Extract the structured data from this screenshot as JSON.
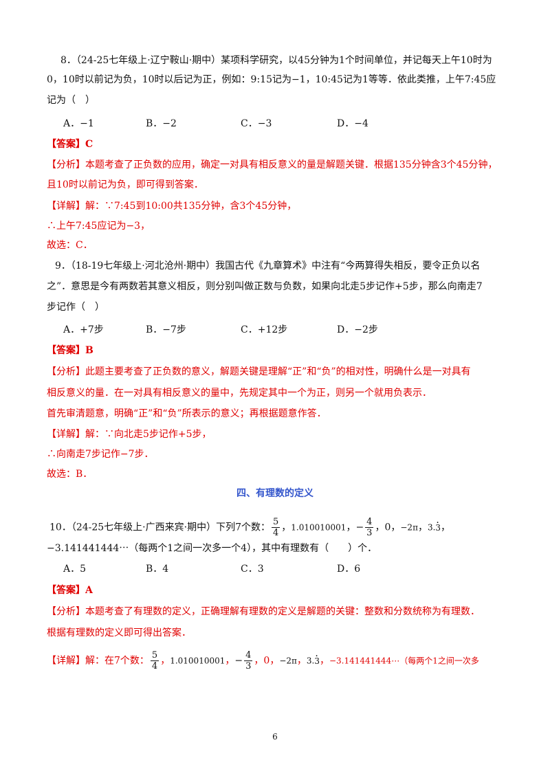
{
  "q8": {
    "line1": "8．（24-25七年级上·辽宁鞍山·期中）某项科学研究，以45分钟为1个时间单位，并记每天上午10时为",
    "line2": "0，10时以前记为负，10时以后记为正，例如：9:15记为−1，10:45记为1等等．依此类推，上午7:45应",
    "line3": "记为（　）",
    "options": [
      "A．−1",
      "B．−2",
      "C．−3",
      "D．−4"
    ],
    "answer": "【答案】C",
    "analysis1": "【分析】本题考查了正负数的应用，确定一对具有相反意义的量是解题关键．根据135分钟含3个45分钟，",
    "analysis2": "且10时以前记为负，即可得到答案．",
    "detail1": "【详解】解：∵7:45到10:00共135分钟，含3个45分钟，",
    "detail2": "∴上午7:45应记为−3，",
    "choice": "故选：C．"
  },
  "q9": {
    "line1": "9．（18-19七年级上·河北沧州·期中）我国古代《九章算术》中注有“今两算得失相反，要令正负以名",
    "line2": "之”．意思是今有两数若其意义相反，则分别叫做正数与负数，如果向北走5步记作+5步，那么向南走7",
    "line3": "步记作（　）",
    "options": [
      "A．+7步",
      "B．−7步",
      "C．+12步",
      "D．−2步"
    ],
    "answer": "【答案】B",
    "analysis1": "【分析】此题主要考查了正负数的意义，解题关键是理解“正”和“负”的相对性，明确什么是一对具有",
    "analysis2": "相反意义的量．在一对具有相反意义的量中，先规定其中一个为正，则另一个就用负表示．",
    "analysis3": "首先审清题意，明确“正”和“负”所表示的意义；再根据题意作答．",
    "detail1": "【详解】解：∵向北走5步记作+5步，",
    "detail2": "∴向南走7步记作−7步．",
    "choice": "故选：B．"
  },
  "section": "四、有理数的定义",
  "q10": {
    "line1_prefix": "10．（24-25七年级上·广西来宾·期中）下列7个数：",
    "frac1_num": "5",
    "frac1_den": "4",
    "n2": "1.010010001",
    "frac2_sign": "−",
    "frac2_num": "4",
    "frac2_den": "3",
    "n4": "0",
    "n5": "−2π",
    "n6_a": "3.",
    "n6_b": "3",
    "line2": "−3.141441444⋯（每两个1之间一次多一个4），其中有理数有（　　）个．",
    "options": [
      "A．5",
      "B．4",
      "C．3",
      "D．6"
    ],
    "answer": "【答案】A",
    "analysis1": "【分析】本题考查了有理数的定义，正确理解有理数的定义是解题的关键：整数和分数统称为有理数．",
    "analysis2": "根据有理数的定义即可得出答案．",
    "detail_prefix": "【详解】解：在7个数：",
    "detail_suffix": "−3.141441444⋯（每两个1之间一次多"
  },
  "page_number": "6"
}
